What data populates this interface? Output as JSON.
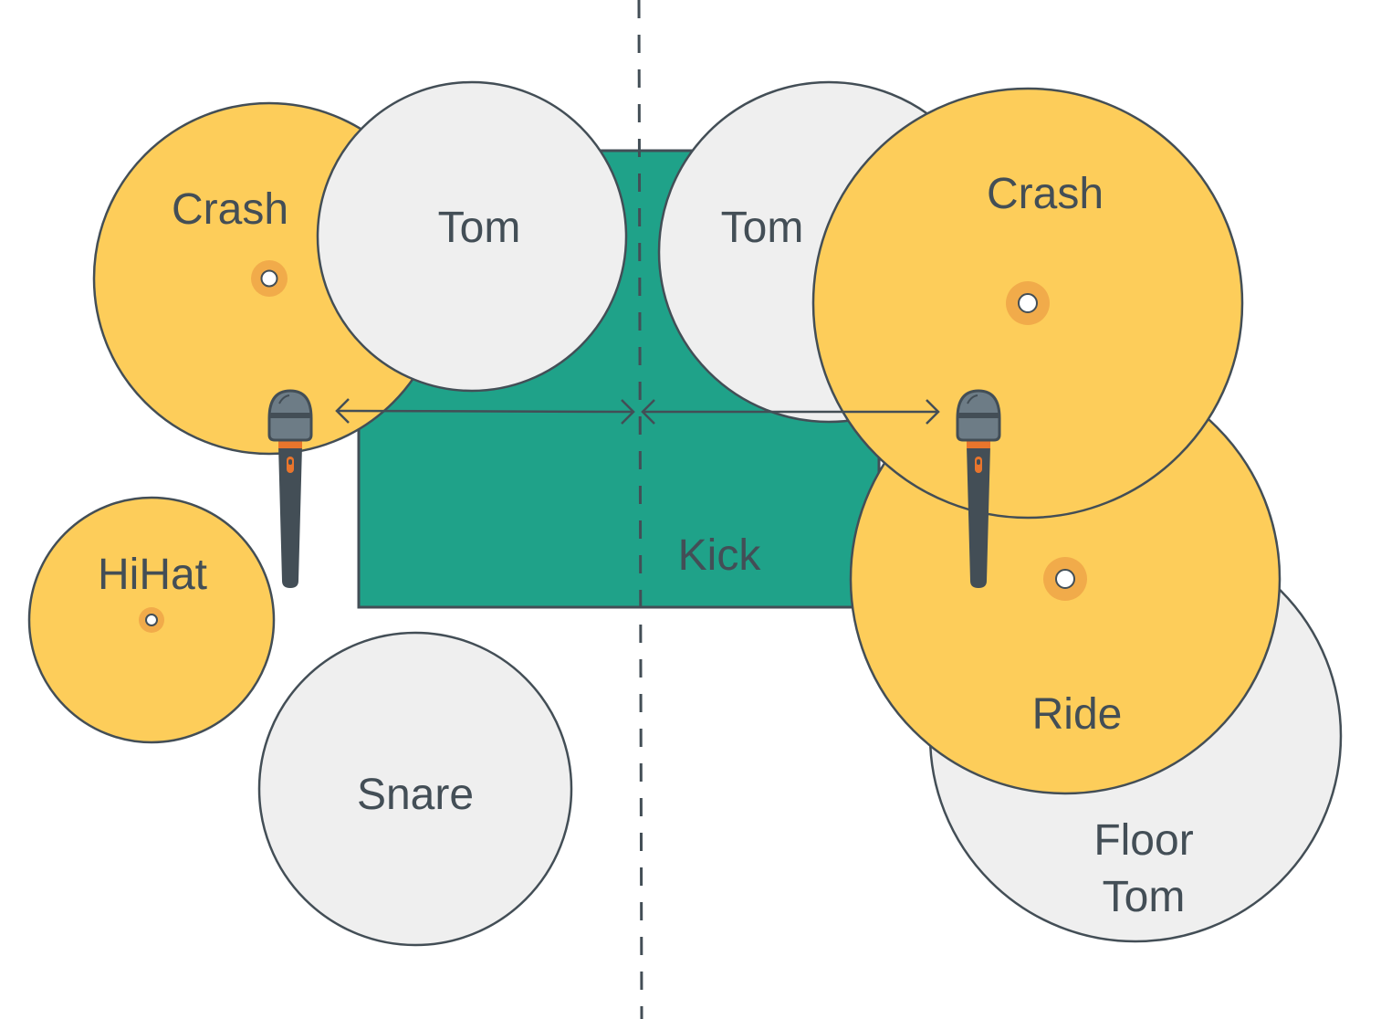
{
  "diagram": {
    "title": "Drum kit overhead microphone placement (spaced pair, equidistant from center line)",
    "colors": {
      "cymbal": "#fdcd5a",
      "drum": "#efefef",
      "kick": "#1fa289",
      "bell": "#f1ab4a",
      "outline": "#434e56",
      "mic_accent": "#e9752c",
      "mic_head": "#6d7c86"
    },
    "pieces": {
      "crash_left": {
        "label": "Crash",
        "type": "cymbal"
      },
      "tom_left": {
        "label": "Tom",
        "type": "drum"
      },
      "tom_right": {
        "label": "Tom",
        "type": "drum"
      },
      "crash_right": {
        "label": "Crash",
        "type": "cymbal"
      },
      "kick": {
        "label": "Kick",
        "type": "kick"
      },
      "hihat": {
        "label": "HiHat",
        "type": "cymbal"
      },
      "snare": {
        "label": "Snare",
        "type": "drum"
      },
      "ride": {
        "label": "Ride",
        "type": "cymbal"
      },
      "floor_tom": {
        "label_line1": "Floor",
        "label_line2": "Tom",
        "type": "drum"
      }
    },
    "microphones": [
      {
        "name": "left overhead mic",
        "icon": "microphone-icon"
      },
      {
        "name": "right overhead mic",
        "icon": "microphone-icon"
      }
    ],
    "annotations": {
      "center_line": "dashed vertical center line",
      "measure_arrows": "equal distance arrows from each mic to center line"
    }
  }
}
